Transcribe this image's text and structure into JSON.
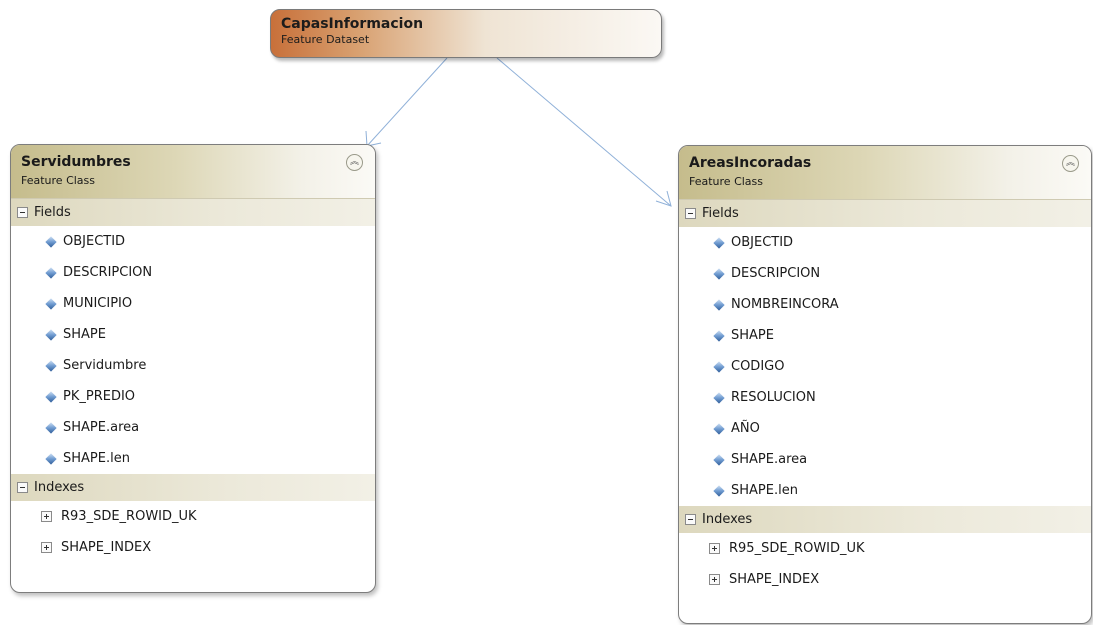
{
  "dataset": {
    "title": "CapasInformacion",
    "subtitle": "Feature Dataset"
  },
  "classes": [
    {
      "title": "Servidumbres",
      "subtitle": "Feature Class",
      "fields_label": "Fields",
      "fields": [
        "OBJECTID",
        "DESCRIPCION",
        "MUNICIPIO",
        "SHAPE",
        "Servidumbre",
        "PK_PREDIO",
        "SHAPE.area",
        "SHAPE.len"
      ],
      "indexes_label": "Indexes",
      "indexes": [
        "R93_SDE_ROWID_UK",
        "SHAPE_INDEX"
      ]
    },
    {
      "title": "AreasIncoradas",
      "subtitle": "Feature Class",
      "fields_label": "Fields",
      "fields": [
        "OBJECTID",
        "DESCRIPCION",
        "NOMBREINCORA",
        "SHAPE",
        "CODIGO",
        "RESOLUCION",
        "AÑO",
        "SHAPE.area",
        "SHAPE.len"
      ],
      "indexes_label": "Indexes",
      "indexes": [
        "R95_SDE_ROWID_UK",
        "SHAPE_INDEX"
      ]
    }
  ],
  "colors": {
    "connector": "#8fb0d8",
    "dataset_accent": "#c8703a",
    "class_accent": "#c5bc8c"
  },
  "icons": {
    "field": "field-diamond-icon",
    "collapse": "double-chevron-up-icon",
    "section": "minus-box-icon",
    "index": "plus-box-icon"
  }
}
